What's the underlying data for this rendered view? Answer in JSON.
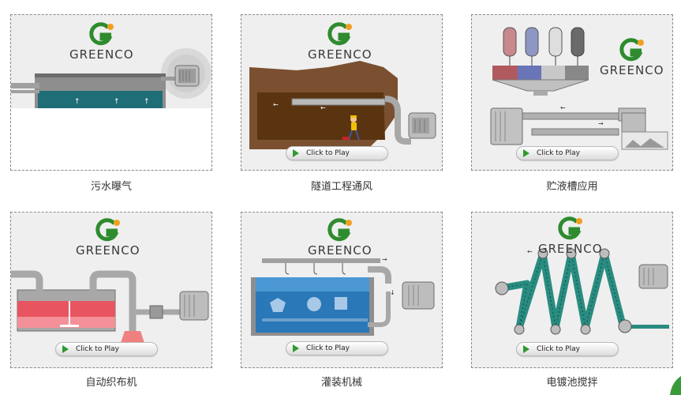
{
  "brand": {
    "logo_text": "GREENCO"
  },
  "play_label": "Click to Play",
  "items": [
    {
      "caption": "污水曝气"
    },
    {
      "caption": "隧道工程通风"
    },
    {
      "caption": "贮液槽应用"
    },
    {
      "caption": "自动织布机"
    },
    {
      "caption": "灌装机械"
    },
    {
      "caption": "电镀池搅拌"
    }
  ],
  "colors": {
    "brand_green": "#2e8b2e",
    "brand_orange": "#f0a020",
    "border": "#8a8a8a",
    "card_bg": "#efefef"
  },
  "icons": [
    "greenco-logo-icon",
    "play-icon"
  ]
}
